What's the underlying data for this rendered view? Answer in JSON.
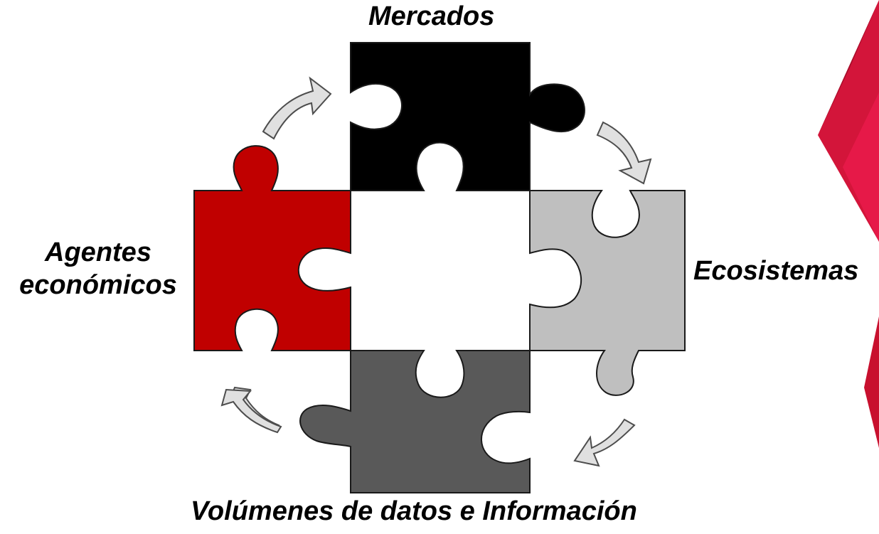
{
  "labels": {
    "top": "Mercados",
    "right": "Ecosistemas",
    "left_line1": "Agentes",
    "left_line2": "económicos",
    "bottom": "Volúmenes de datos e Información"
  },
  "pieces": [
    {
      "name": "Mercados",
      "color": "#000000"
    },
    {
      "name": "Ecosistemas",
      "color": "#bfbfbf"
    },
    {
      "name": "Volúmenes de datos e Información",
      "color": "#595959"
    },
    {
      "name": "Agentes económicos",
      "color": "#c00000"
    }
  ],
  "colors": {
    "arrow_fill": "#e0e0e0",
    "arrow_stroke": "#4d4d4d",
    "outline": "#1a1a1a",
    "decor_red": "#c8102e",
    "decor_dark": "#8a0c22"
  }
}
